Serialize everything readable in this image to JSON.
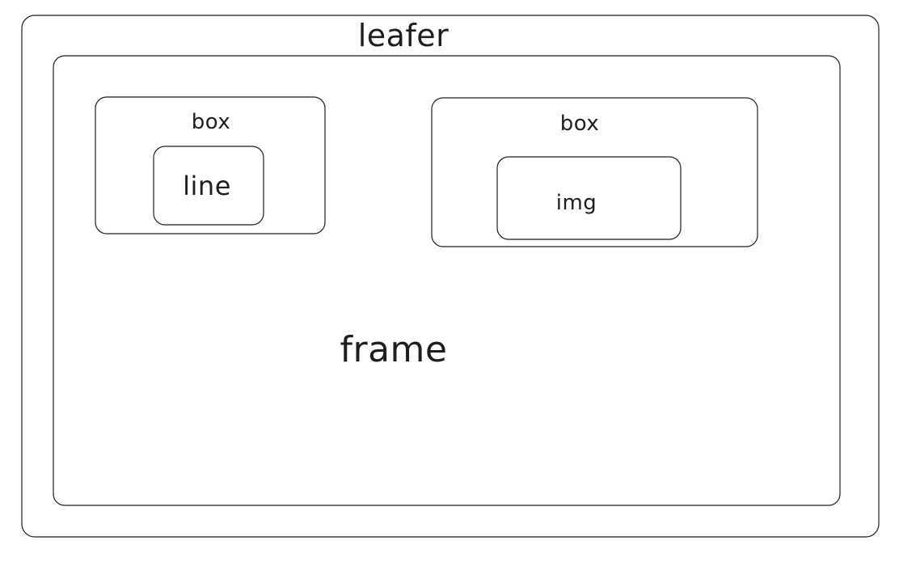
{
  "diagram": {
    "leafer_label": "leafer",
    "frame_label": "frame",
    "box_left_label": "box",
    "line_label": "line",
    "box_right_label": "box",
    "img_label": "img",
    "stroke_color": "#1e1e1e",
    "background_color": "#ffffff"
  }
}
